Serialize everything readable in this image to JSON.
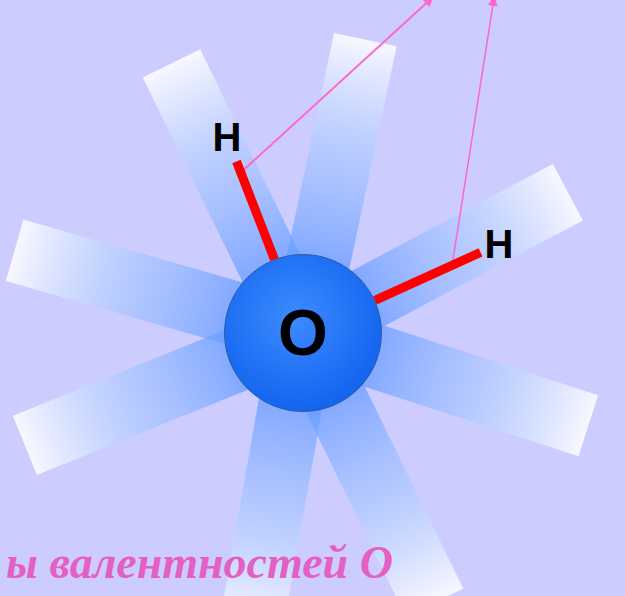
{
  "diagram": {
    "nodes": [
      {
        "text": [
          "H"
        ]
      },
      {
        "text": [
          "H"
        ]
      },
      {
        "text": [
          "O"
        ]
      }
    ],
    "edges": [
      {
        "from": 2,
        "to": 0,
        "arrow": "none"
      },
      {
        "from": 2,
        "to": 1,
        "arrow": "none"
      }
    ],
    "labels": [
      "ы валентностей О"
    ]
  }
}
